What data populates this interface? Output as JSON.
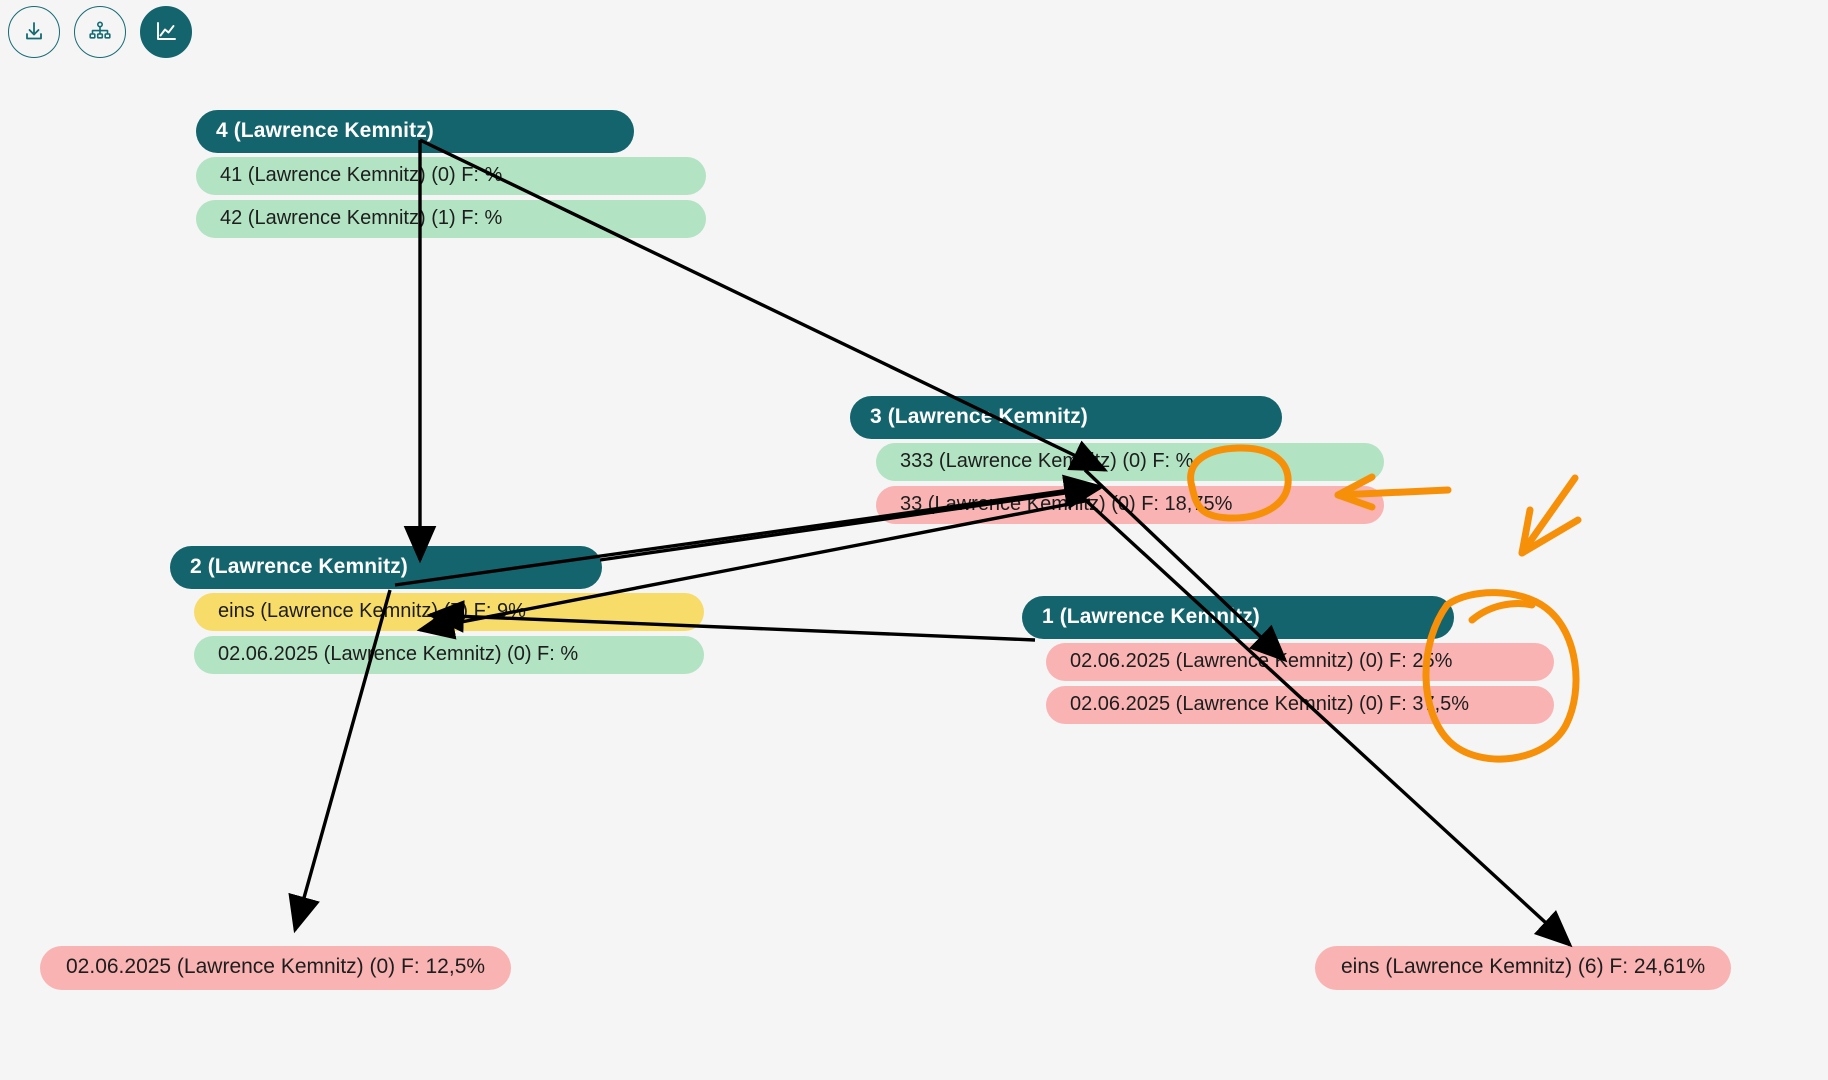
{
  "toolbar": {
    "buttons": [
      {
        "name": "download-button",
        "icon": "download-icon",
        "label": "Download",
        "active": false
      },
      {
        "name": "hierarchy-button",
        "icon": "org-chart-icon",
        "label": "Hierarchy view",
        "active": false
      },
      {
        "name": "chart-button",
        "icon": "line-chart-icon",
        "label": "Chart view",
        "active": true
      }
    ]
  },
  "colors": {
    "background": "#f5f5f5",
    "node_header": "#14646d",
    "row_green": "#b2e3c2",
    "row_pink": "#f9b3b3",
    "row_yellow": "#f7dc6a",
    "edge": "#000000",
    "annotation": "#f79009"
  },
  "graph": {
    "nodes": [
      {
        "id": "node-4",
        "title": "4 (Lawrence Kemnitz)",
        "rows": [
          {
            "text": "41 (Lawrence Kemnitz) (0) F: %",
            "status": "green"
          },
          {
            "text": "42 (Lawrence Kemnitz) (1) F: %",
            "status": "green"
          }
        ]
      },
      {
        "id": "node-3",
        "title": "3 (Lawrence Kemnitz)",
        "rows": [
          {
            "text": "333 (Lawrence Kemnitz) (0) F: %",
            "status": "green"
          },
          {
            "text": "33 (Lawrence Kemnitz) (0) F: 18,75%",
            "status": "pink"
          }
        ]
      },
      {
        "id": "node-2",
        "title": "2 (Lawrence Kemnitz)",
        "rows": [
          {
            "text": "eins (Lawrence Kemnitz) (7) F: 9%",
            "status": "yellow"
          },
          {
            "text": "02.06.2025 (Lawrence Kemnitz) (0) F: %",
            "status": "green"
          }
        ]
      },
      {
        "id": "node-1",
        "title": "1 (Lawrence Kemnitz)",
        "rows": [
          {
            "text": "02.06.2025 (Lawrence Kemnitz) (0) F: 25%",
            "status": "pink"
          },
          {
            "text": "02.06.2025 (Lawrence Kemnitz) (0) F: 37,5%",
            "status": "pink"
          }
        ]
      }
    ],
    "standalone_items": [
      {
        "id": "item-bottom-left",
        "text": "02.06.2025 (Lawrence Kemnitz) (0) F: 12,5%",
        "status": "pink"
      },
      {
        "id": "item-bottom-right",
        "text": "eins (Lawrence Kemnitz) (6) F: 24,61%",
        "status": "pink"
      }
    ]
  },
  "annotations": [
    {
      "name": "annotation-ellipse-1875",
      "shape": "ellipse",
      "target": "33 (Lawrence Kemnitz) (0) F: 18,75%"
    },
    {
      "name": "annotation-arrow-to-1875",
      "shape": "arrow",
      "direction": "left"
    },
    {
      "name": "annotation-arrow-down-left",
      "shape": "arrow",
      "direction": "down-left"
    },
    {
      "name": "annotation-ellipse-25-375",
      "shape": "ellipse",
      "target": "F: 25% / F: 37,5%"
    }
  ]
}
